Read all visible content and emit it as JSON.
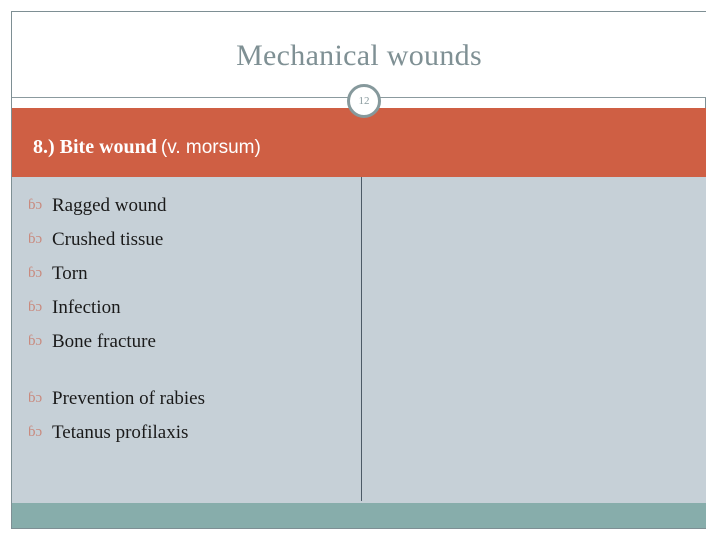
{
  "slide": {
    "title": "Mechanical wounds",
    "page_number": "12",
    "heading_main": "8.) Bite wound",
    "heading_latin": "(v. morsum)",
    "bullet_glyph": "ɓɔ",
    "colors": {
      "title_text": "#7f9094",
      "band_background": "#cf5f44",
      "band_text": "#ffffff",
      "content_background": "#c6d0d7",
      "footer_bar": "#87adab",
      "bullet_marker": "#c98a7e",
      "body_text": "#1a1a1a",
      "frame_border": "#7e8f94",
      "divider": "#4c5a66"
    },
    "bullets": [
      {
        "text": "Ragged wound",
        "gap_before": false
      },
      {
        "text": "Crushed tissue",
        "gap_before": false
      },
      {
        "text": "Torn",
        "gap_before": false
      },
      {
        "text": "Infection",
        "gap_before": false
      },
      {
        "text": "Bone fracture",
        "gap_before": false
      },
      {
        "text": "Prevention of rabies",
        "gap_before": true
      },
      {
        "text": "Tetanus profilaxis",
        "gap_before": false
      }
    ]
  }
}
